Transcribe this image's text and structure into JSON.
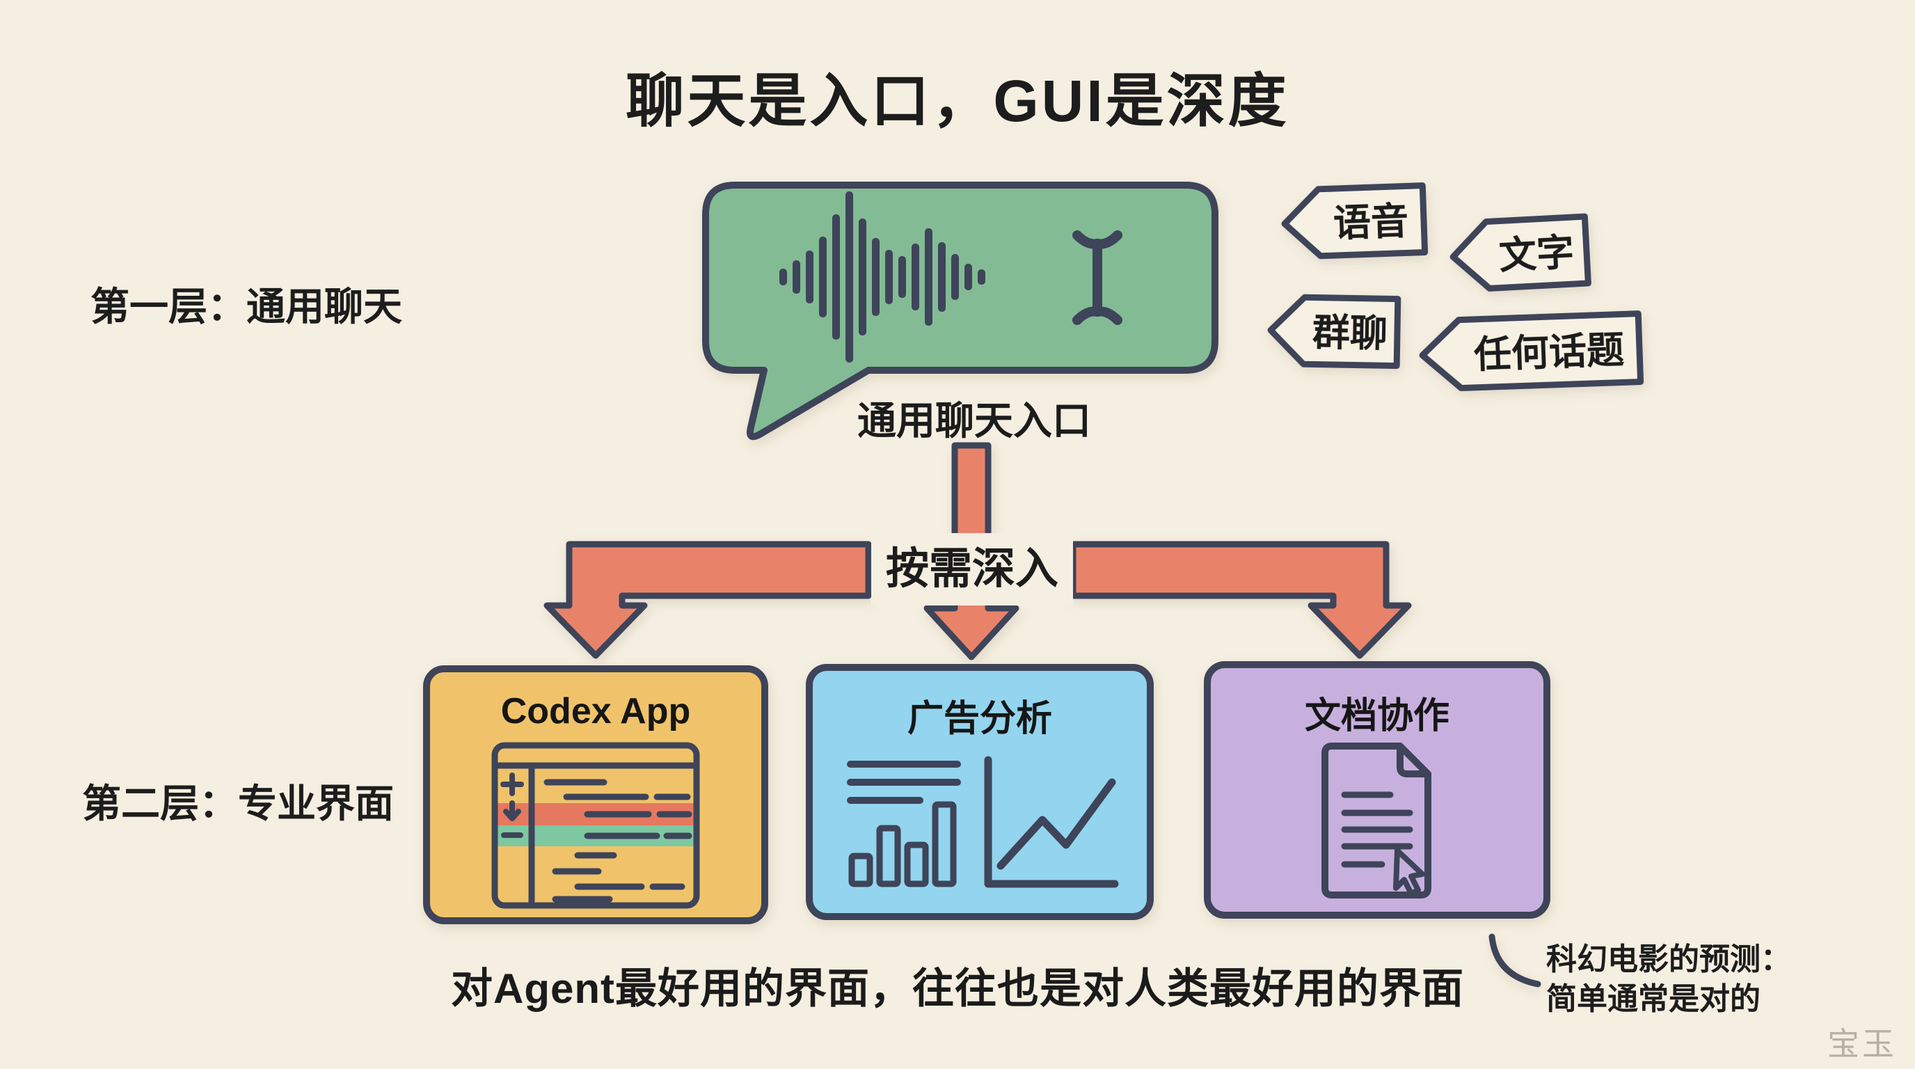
{
  "title": "聊天是入口，GUI是深度",
  "layer1": {
    "label": "第一层：通用聊天"
  },
  "layer2": {
    "label": "第二层：专业界面"
  },
  "chat_entry": {
    "caption": "通用聊天入口",
    "icons": [
      "voice-waveform-icon",
      "text-cursor-icon"
    ],
    "tags": [
      {
        "label": "语音"
      },
      {
        "label": "文字"
      },
      {
        "label": "群聊"
      },
      {
        "label": "任何话题"
      }
    ]
  },
  "flow": {
    "arrow_label": "按需深入"
  },
  "apps": [
    {
      "name": "Codex App",
      "icon": "code-editor-diff-icon"
    },
    {
      "name": "广告分析",
      "icon": "analytics-chart-icon"
    },
    {
      "name": "文档协作",
      "icon": "document-cursor-icon"
    }
  ],
  "footer": {
    "caption": "对Agent最好用的界面，往往也是对人类最好用的界面"
  },
  "annotation": {
    "line1": "科幻电影的预测：",
    "line2": "简单通常是对的"
  },
  "watermark": "宝玉",
  "colors": {
    "background": "#f5efe1",
    "outline": "#3e4459",
    "text": "#1f1f1f",
    "bubble_green": "#83bb95",
    "arrow_salmon": "#e8836a",
    "codex_yellow": "#f0c36a",
    "ads_blue": "#93d4ee",
    "docs_purple": "#c7b0de",
    "diff_removed_red": "#e5795f",
    "diff_added_green": "#7ec8a1",
    "watermark_gray": "#b5b1a3"
  }
}
